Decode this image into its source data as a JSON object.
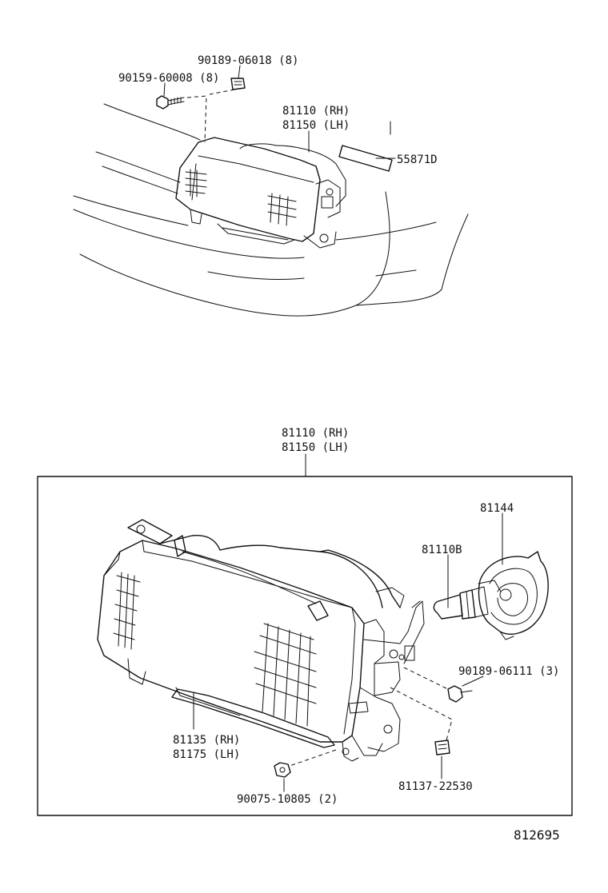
{
  "top_view": {
    "callouts": [
      {
        "id": "clip-top",
        "text": "90189-06018 (8)"
      },
      {
        "id": "screw-top",
        "text": "90159-60008 (8)"
      },
      {
        "id": "lamp-rh",
        "text": "81110 (RH)"
      },
      {
        "id": "lamp-lh",
        "text": "81150 (LH)"
      },
      {
        "id": "bracket",
        "text": "55871D"
      }
    ]
  },
  "detail_view": {
    "callouts": [
      {
        "id": "assy-rh",
        "text": "81110 (RH)"
      },
      {
        "id": "assy-lh",
        "text": "81150 (LH)"
      },
      {
        "id": "socket",
        "text": "81144"
      },
      {
        "id": "bulb",
        "text": "81110B"
      },
      {
        "id": "screw-side",
        "text": "90189-06111 (3)"
      },
      {
        "id": "lens-rh",
        "text": "81135 (RH)"
      },
      {
        "id": "lens-lh",
        "text": "81175 (LH)"
      },
      {
        "id": "nut-bottom",
        "text": "90075-10805 (2)"
      },
      {
        "id": "clip-bottom",
        "text": "81137-22530"
      }
    ]
  },
  "figure_number": "812695"
}
